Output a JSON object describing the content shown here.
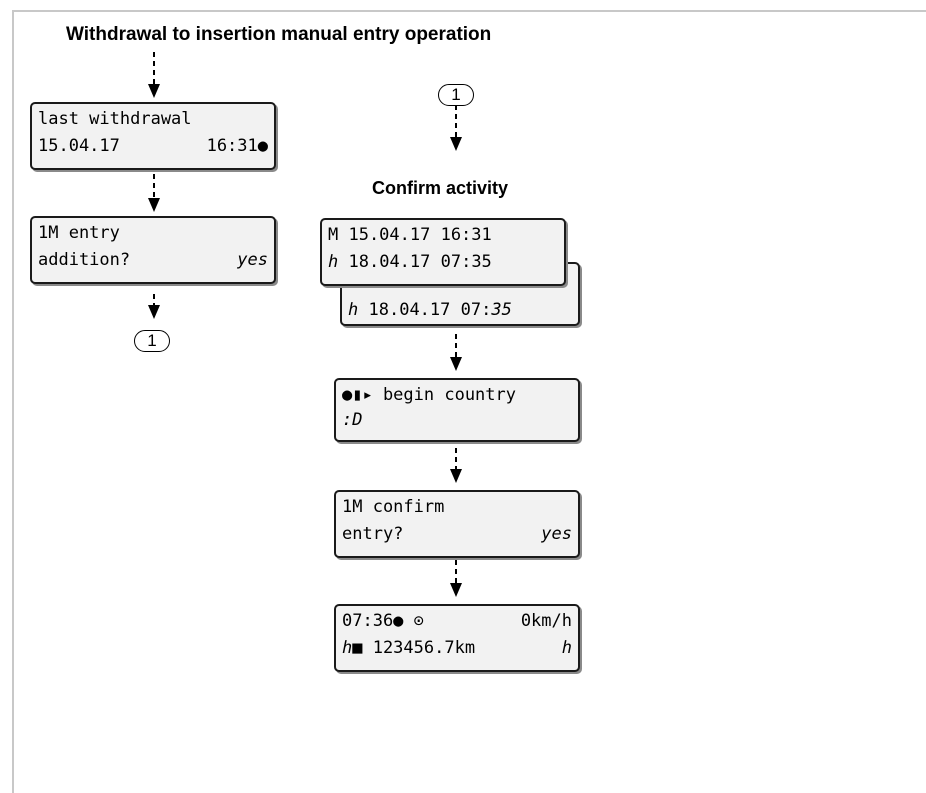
{
  "title": "Withdrawal to insertion manual entry operation",
  "confirm_title": "Confirm activity",
  "connector_label": "1",
  "displays": {
    "last_withdrawal": {
      "line1": "last withdrawal",
      "line2_left": "15.04.17",
      "line2_right": "16:31●"
    },
    "entry_addition": {
      "line1": "1M entry",
      "line2_left": "addition?",
      "line2_right": "yes"
    },
    "confirm_front": {
      "line1": "M 15.04.17 16:31",
      "line2_icon": "ℎ",
      "line2": "18.04.17 07:35"
    },
    "confirm_back": {
      "line1": "M 15.04.17 16:31",
      "line2_icon": "ℎ",
      "line2_left": "18.04.17 07:",
      "line2_right": "35"
    },
    "begin_country": {
      "line1": "●▮▸ begin country",
      "line2": ":D"
    },
    "confirm_entry": {
      "line1": "1M confirm",
      "line2_left": "entry?",
      "line2_right": "yes"
    },
    "standard": {
      "line1_left": "07:36● ⊙",
      "line1_right": "0km/h",
      "line2_left": "ℎ■ 123456.7km",
      "line2_right": "ℎ"
    }
  }
}
